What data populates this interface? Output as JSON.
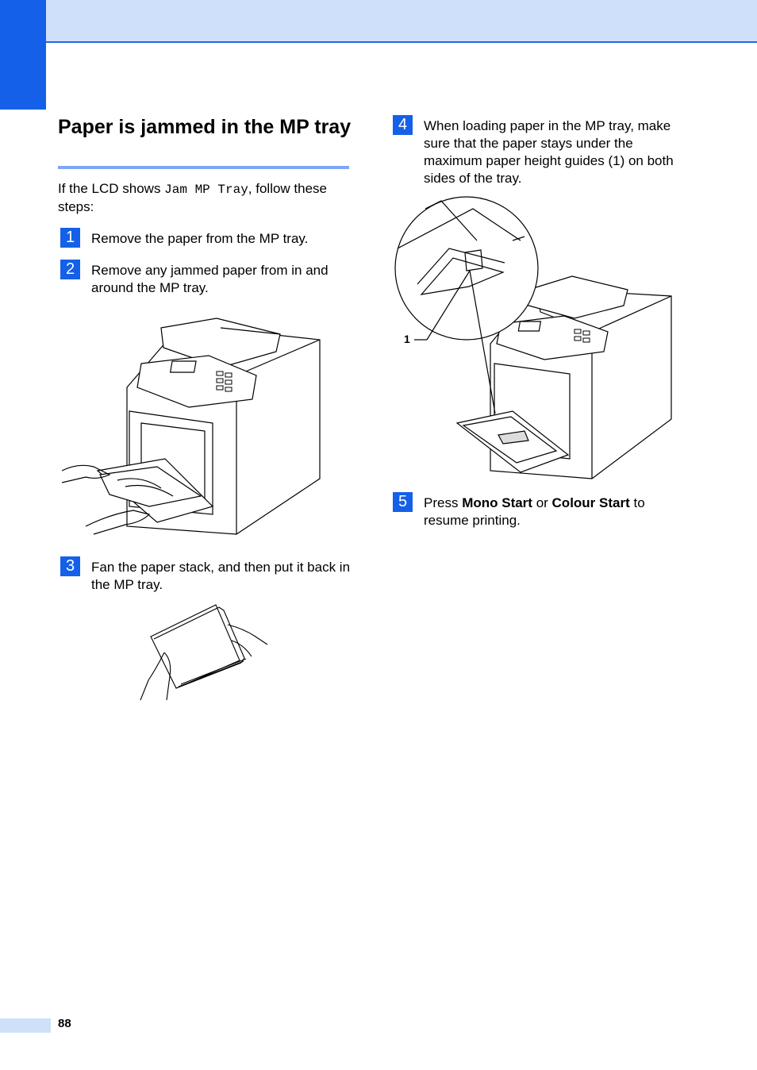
{
  "section": {
    "title": "Paper is jammed in the MP tray",
    "intro_prefix": "If the LCD shows ",
    "intro_code": "Jam MP Tray",
    "intro_suffix": ", follow these steps:"
  },
  "steps": [
    {
      "number": "1",
      "text": "Remove the paper from the MP tray."
    },
    {
      "number": "2",
      "text": "Remove any jammed paper from in and around the MP tray."
    },
    {
      "number": "3",
      "text": "Fan the paper stack, and then put it back in the MP tray."
    },
    {
      "number": "4",
      "text": "When loading paper in the MP tray, make sure that the paper stays under the maximum paper height guides (1) on both sides of the tray."
    },
    {
      "number": "5",
      "text_prefix": "Press ",
      "bold1": "Mono Start",
      "text_mid": " or ",
      "bold2": "Colour Start",
      "text_suffix": " to resume printing."
    }
  ],
  "figures": {
    "guide_callout": "1"
  },
  "footer": {
    "page_number": "88"
  },
  "colors": {
    "accent": "#1560e8",
    "band": "#cfe0fb",
    "rule": "#7ea6f3"
  }
}
